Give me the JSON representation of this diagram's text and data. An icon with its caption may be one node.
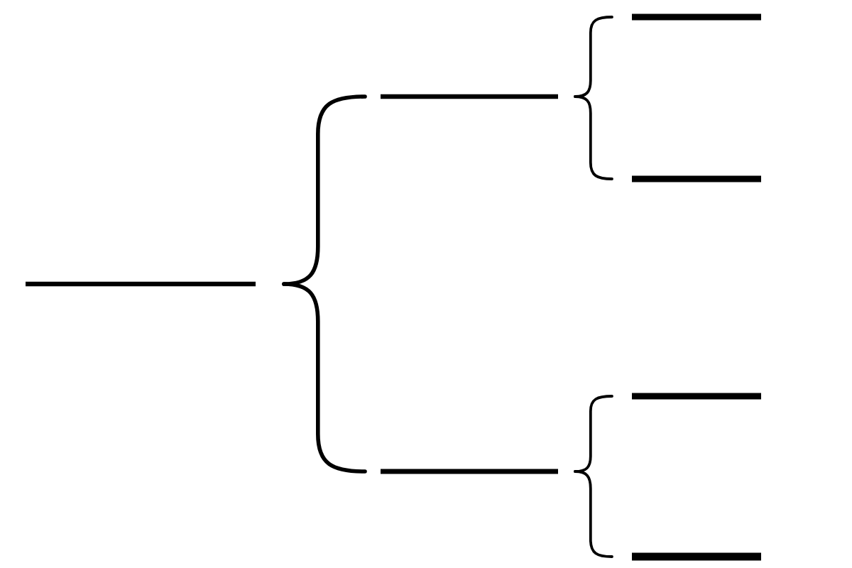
{
  "diagram": {
    "nodes": [
      {
        "text": [],
        "shape": "line"
      },
      {
        "text": [],
        "shape": "line"
      },
      {
        "text": [],
        "shape": "line"
      },
      {
        "text": [],
        "shape": "line"
      },
      {
        "text": [],
        "shape": "line"
      },
      {
        "text": [],
        "shape": "line"
      },
      {
        "text": [],
        "shape": "line"
      }
    ],
    "edges": [
      {
        "from": 0,
        "to": 1,
        "arrow": "none"
      },
      {
        "from": 0,
        "to": 4,
        "arrow": "none"
      },
      {
        "from": 1,
        "to": 2,
        "arrow": "none"
      },
      {
        "from": 1,
        "to": 3,
        "arrow": "none"
      },
      {
        "from": 4,
        "to": 5,
        "arrow": "none"
      },
      {
        "from": 4,
        "to": 6,
        "arrow": "none"
      }
    ]
  }
}
